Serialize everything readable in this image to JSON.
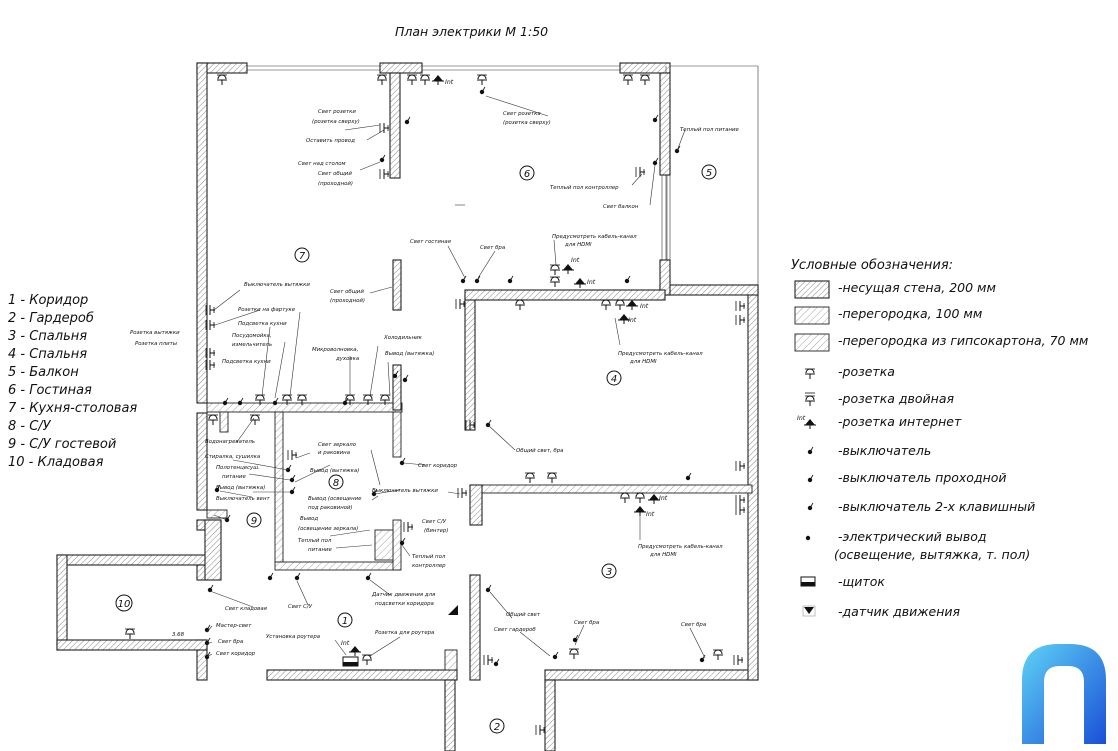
{
  "title": "План электрики М 1:50",
  "rooms_list": [
    "1 - Коридор",
    "2 - Гардероб",
    "3 - Спальня",
    "4 - Спальня",
    "5 - Балкон",
    "6 - Гостиная",
    "7 - Кухня-столовая",
    "8 - С/У",
    "9 - С/У гостевой",
    "10 - Кладовая"
  ],
  "legend": {
    "title": "Условные обозначения:",
    "items": [
      {
        "icon": "bearing-wall-swatch",
        "label": "-несущая стена, 200 мм"
      },
      {
        "icon": "partition-swatch",
        "label": "-перегородка, 100 мм"
      },
      {
        "icon": "drywall-swatch",
        "label": "-перегородка из гипсокартона, 70 мм"
      },
      {
        "icon": "socket-icon",
        "label": "-розетка"
      },
      {
        "icon": "double-socket-icon",
        "label": "-розетка двойная"
      },
      {
        "icon": "internet-socket-icon",
        "label": "-розетка интернет",
        "icon_text": "Int"
      },
      {
        "icon": "switch-icon",
        "label": "-выключатель"
      },
      {
        "icon": "pass-switch-icon",
        "label": "-выключатель проходной"
      },
      {
        "icon": "double-switch-icon",
        "label": "-выключатель 2-х клавишный"
      },
      {
        "icon": "electric-outlet-icon",
        "label": "-электрический вывод"
      },
      {
        "icon": "",
        "label": "(освещение, вытяжка, т. пол)"
      },
      {
        "icon": "panel-icon",
        "label": "-щиток"
      },
      {
        "icon": "motion-sensor-icon",
        "label": "-датчик движения"
      }
    ]
  },
  "room_numbers": [
    "1",
    "2",
    "3",
    "4",
    "5",
    "6",
    "7",
    "8",
    "9",
    "10"
  ],
  "annotations": {
    "a1": "Свет розетки",
    "a2": "(розетка сверху)",
    "a3": "Оставить провод",
    "a4": "Свет над столом",
    "a5": "Свет общий",
    "a6": "(проходной)",
    "a7": "Свет розетка",
    "a8": "(розетка сверху)",
    "a9": "Теплый пол питание",
    "a10": "Теплый пол контроллер",
    "a11": "Свет балкон",
    "a12": "Свет гостиная",
    "a13": "Свет бра",
    "a14": "Предусмотреть кабель-канал",
    "a15": "для HDMI",
    "a16": "Выключатель вытяжки",
    "a17": "Свет общий",
    "a18": "(проходной)",
    "a19": "Розетки на фартуке",
    "a20": "Розетка вытяжки",
    "a21": "Розетка плиты",
    "a22": "Подсветка кухни",
    "a23": "Посудомойка,",
    "a24": "измельчитель",
    "a25": "Подсветка кухни",
    "a26": "Микроволновка,",
    "a27": "духовка",
    "a28": "Холодильник",
    "a29": "Вывод (вытяжка)",
    "a30": "Предусмотреть кабель-канал",
    "a31": "для HDMI",
    "a32": "Водонагреватель",
    "a33": "Стиралка, сушилка",
    "a34": "Полотенцесуш.",
    "a35": "питание",
    "a36": "Вывод (вытяжка)",
    "a37": "Выключатель вент",
    "a38": "Свет зеркало",
    "a39": "и раковина",
    "a40": "Вывод (вытяжка)",
    "a41": "Свет коридор",
    "a42": "Общий свет, бра",
    "a43": "Выключатель вытяжки",
    "a44": "Вывод (освещение",
    "a45": "под раковиной)",
    "a46": "Вывод",
    "a47": "(освещение зеркала)",
    "a48": "Теплый пол",
    "a49": "питание",
    "a50": "Свет С/У",
    "a51": "(бинтер)",
    "a52": "Теплый пол",
    "a53": "контроллер",
    "a54": "Предусмотреть кабель-канал",
    "a55": "для HDMI",
    "a56": "Свет кладовая",
    "a57": "Свет С/У",
    "a58": "Датчик движения для",
    "a59": "подсветки коридора",
    "a60": "Мастер-свет",
    "a61": "Свет бра",
    "a62": "Свет коридор",
    "a63": "Установка роутера",
    "a64": "Розетка для роутера",
    "a65": "Общий свет",
    "a66": "Свет гардероб",
    "a67": "Свет бра",
    "a68": "Свет бра",
    "a69": "3.68"
  },
  "int_label": "Int",
  "logo": {
    "color": "#1a6cf0"
  }
}
